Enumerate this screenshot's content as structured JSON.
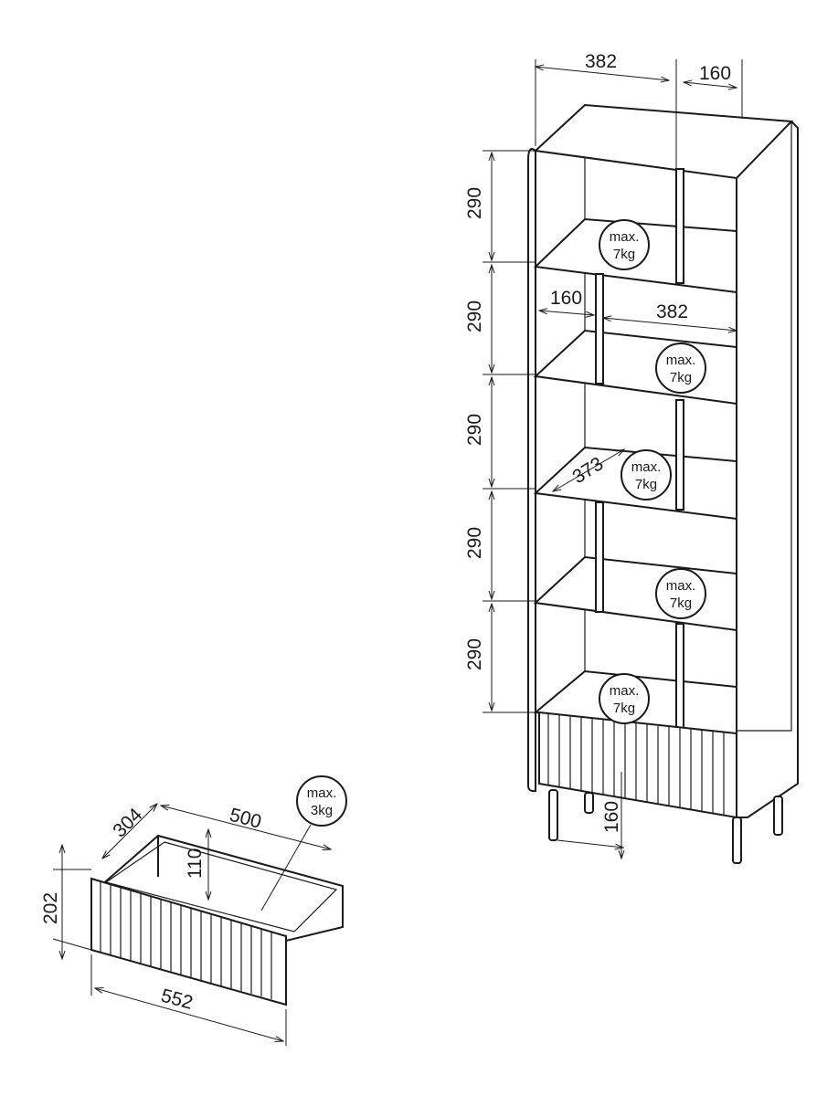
{
  "bookcase": {
    "top_width": "382",
    "top_compartment": "160",
    "shelf_heights": [
      "290",
      "290",
      "290",
      "290",
      "290"
    ],
    "inner_compartment": "160",
    "inner_width": "382",
    "depth": "373",
    "leg_height": "160",
    "shelf_loads": [
      {
        "line1": "max.",
        "line2": "7kg"
      },
      {
        "line1": "max.",
        "line2": "7kg"
      },
      {
        "line1": "max.",
        "line2": "7kg"
      },
      {
        "line1": "max.",
        "line2": "7kg"
      },
      {
        "line1": "max.",
        "line2": "7kg"
      }
    ]
  },
  "drawer": {
    "depth": "304",
    "inner_width": "500",
    "inner_height": "110",
    "height": "202",
    "width": "552",
    "load": {
      "line1": "max.",
      "line2": "3kg"
    }
  }
}
